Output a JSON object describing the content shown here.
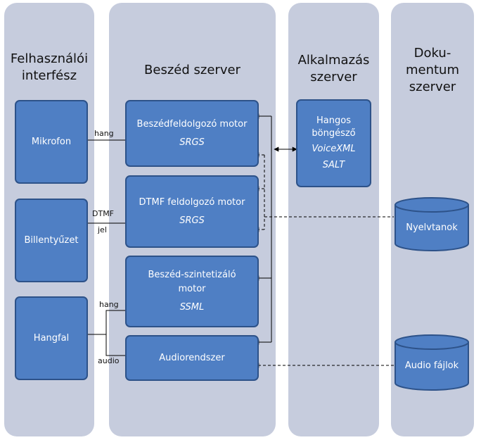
{
  "lanes": {
    "user": "Felhasználói\ninterfész",
    "speech": "Beszéd szerver",
    "app": "Alkalmazás\nszerver",
    "doc": "Doku-\nmentum\nszerver"
  },
  "boxes": {
    "mikrofon": "Mikrofon",
    "billentyuzet": "Billentyűzet",
    "hangfal": "Hangfal",
    "beszedfeldolgozo": {
      "title": "Beszédfeldolgozó motor",
      "sub": "SRGS"
    },
    "dtmf": {
      "title": "DTMF feldolgozó motor",
      "sub": "SRGS"
    },
    "szintetizalo": {
      "title": "Beszéd-szintetizáló\nmotor",
      "sub": "SSML"
    },
    "audiorendszer": "Audiorendszer",
    "bongeszo": {
      "title": "Hangos\nböngésző",
      "sub1": "VoiceXML",
      "sub2": "SALT"
    }
  },
  "databases": {
    "nyelvtanok": "Nyelvtanok",
    "audio_fajlok": "Audio fájlok"
  },
  "edge_labels": {
    "hang_in": "hang",
    "dtmf": "DTMF",
    "jel": "jel",
    "hang_out": "hang",
    "audio": "audio"
  },
  "colors": {
    "lane": "#c6ccdd",
    "box_fill": "#4f7fc4",
    "box_border": "#2d5289"
  }
}
